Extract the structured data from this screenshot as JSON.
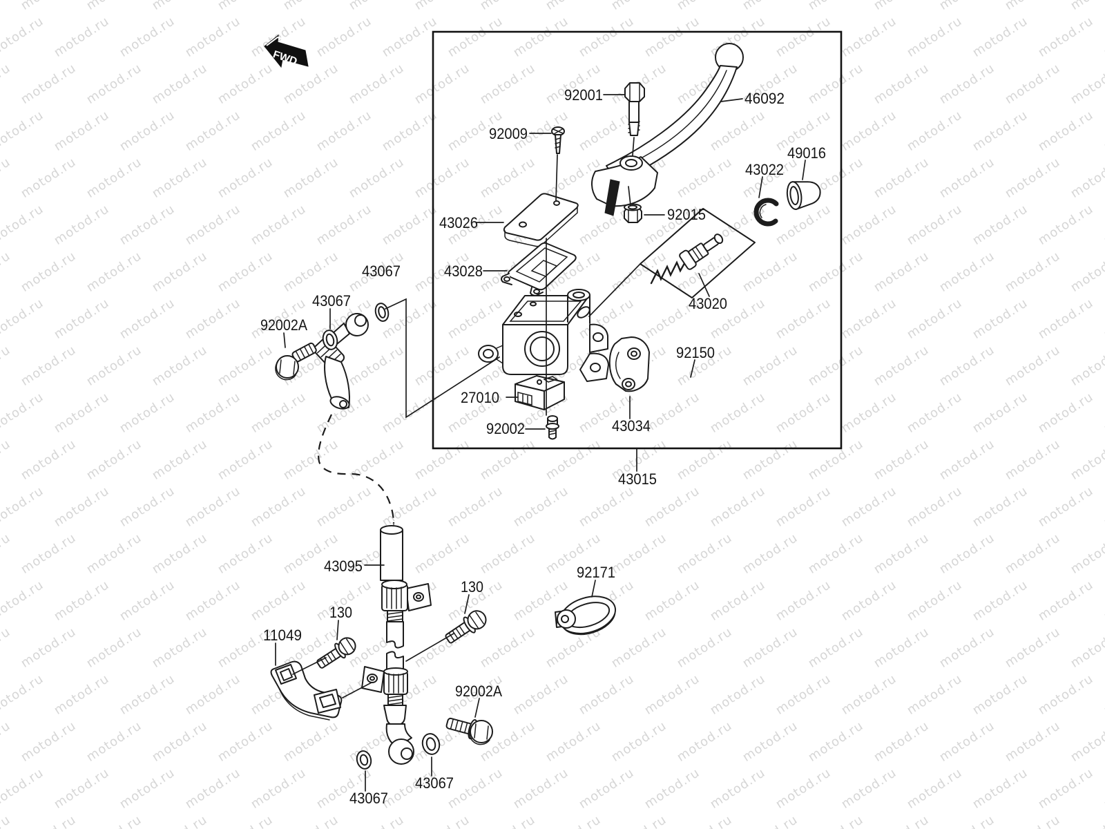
{
  "watermark": {
    "text": "motod.ru"
  },
  "fwd_arrow": {
    "label": "FWD"
  },
  "labels": [
    "92001",
    "46092",
    "92009",
    "49016",
    "43022",
    "92015",
    "43026",
    "43028",
    "43020",
    "43067",
    "43067",
    "92002A",
    "92150",
    "27010",
    "92002",
    "43034",
    "43015",
    "43095",
    "92171",
    "130",
    "130",
    "11049",
    "92002A",
    "43067",
    "43067"
  ]
}
